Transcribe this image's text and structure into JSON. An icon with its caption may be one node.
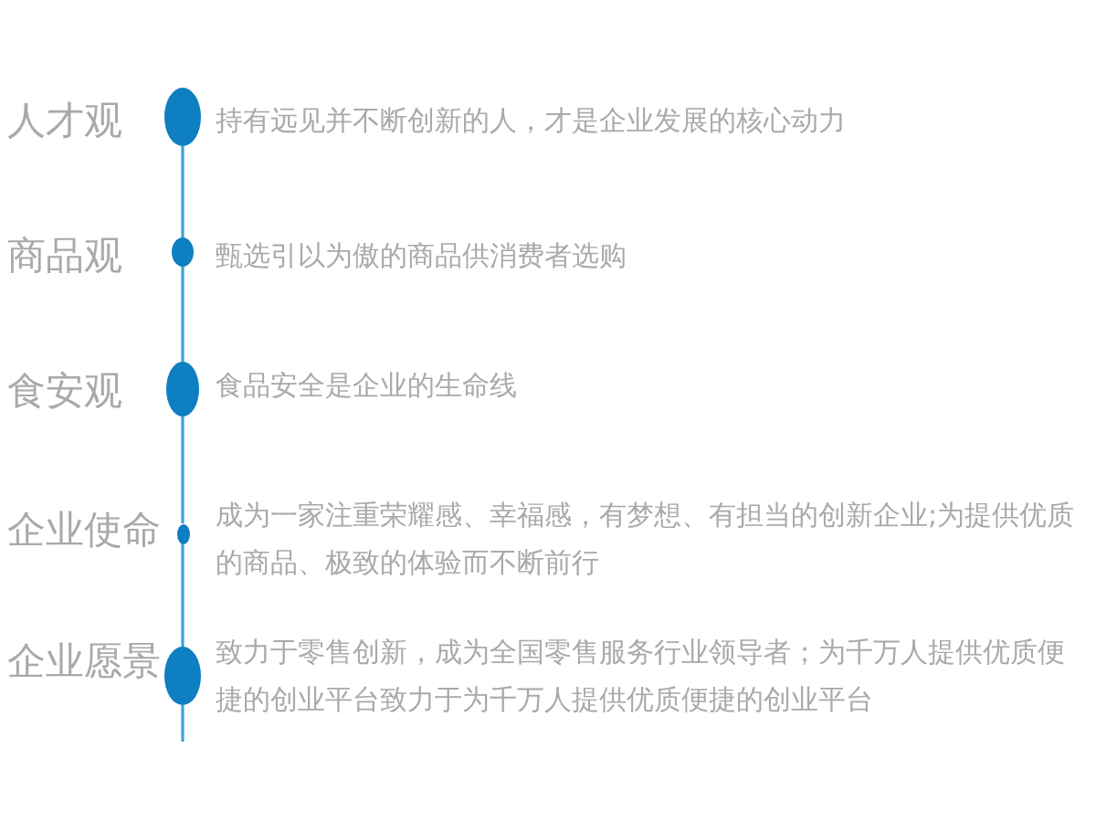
{
  "diagram": {
    "nodes": [
      {
        "text": [],
        "shape": "circle",
        "beside": [
          "人才观",
          "持有远见并不断创新的人，才是企业发展的核心动力"
        ]
      },
      {
        "text": [],
        "shape": "circle",
        "beside": [
          "商品观",
          "甄选引以为傲的商品供消费者选购"
        ]
      },
      {
        "text": [],
        "shape": "circle",
        "beside": [
          "食安观",
          "食品安全是企业的生命线"
        ]
      },
      {
        "text": [],
        "shape": "circle",
        "beside": [
          "企业使命",
          "成为一家注重荣耀感、幸福感，有梦想、有担当的创新企业;为提供优质的商品、极致的体验而不断前行"
        ]
      },
      {
        "text": [],
        "shape": "circle",
        "beside": [
          "企业愿景",
          "致力于零售创新，成为全国零售服务行业领导者；为千万人提供优质便捷的创业平台致力于为千万人提供优质便捷的创业平台"
        ]
      }
    ],
    "edges": [
      {
        "from": 0,
        "to": 1,
        "arrow": "none"
      },
      {
        "from": 1,
        "to": 2,
        "arrow": "none"
      },
      {
        "from": 2,
        "to": 3,
        "arrow": "none"
      },
      {
        "from": 3,
        "to": 4,
        "arrow": "none"
      },
      {
        "from": 4,
        "to": null,
        "arrow": "none"
      }
    ]
  }
}
